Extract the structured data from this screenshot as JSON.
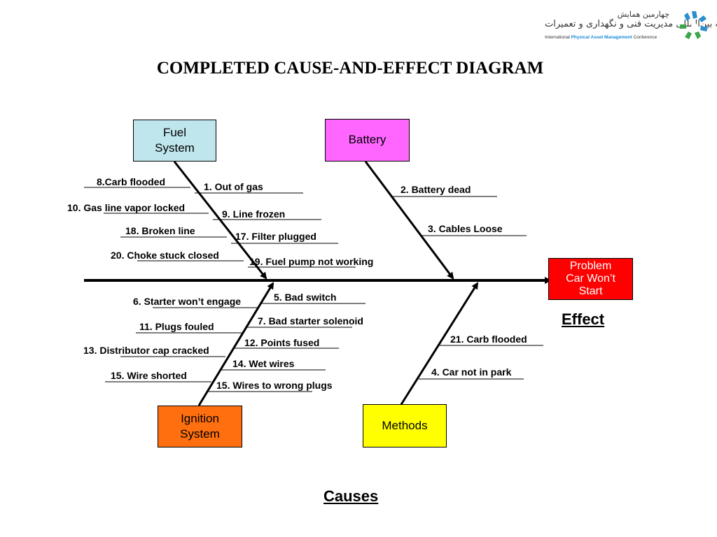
{
  "title": "COMPLETED CAUSE-AND-EFFECT DIAGRAM",
  "logo": {
    "persian_line1": "چهارمین همایش",
    "persian_line2": "سالانه بین‌المللی مدیریت فنی و نگهداری و تعمیرات",
    "english_pre": "International ",
    "english_highlight": "Physical Asset Management",
    "english_post": " Conference"
  },
  "categories": {
    "fuel": {
      "line1": "Fuel",
      "line2": "System",
      "color": "#bfe6ec"
    },
    "battery": {
      "line1": "Battery",
      "color": "#ff66ff"
    },
    "ignition": {
      "line1": "Ignition",
      "line2": "System",
      "color": "#ff6f0f"
    },
    "methods": {
      "line1": "Methods",
      "color": "#ffff00"
    }
  },
  "effect_box": {
    "line1": "Problem",
    "line2": "Car Won’t",
    "line3": "Start",
    "color": "#ff0000",
    "text_color": "#ffffff"
  },
  "effect_label": "Effect",
  "causes_label": "Causes",
  "causes": {
    "c8": "8.Carb flooded",
    "c1": "1. Out of gas",
    "c10": "10. Gas line vapor locked",
    "c9": "9. Line frozen",
    "c18": "18. Broken line",
    "c17": "17. Filter plugged",
    "c20": "20. Choke stuck closed",
    "c19": "19. Fuel pump not working",
    "c2": "2. Battery dead",
    "c3": "3. Cables Loose",
    "c6": "6. Starter won’t engage",
    "c5": "5. Bad switch",
    "c7": "7. Bad starter solenoid",
    "c11": "11. Plugs fouled",
    "c12": "12. Points fused",
    "c13": "13. Distributor cap cracked",
    "c14": "14. Wet wires",
    "c15a": "15. Wire shorted",
    "c15b": "15. Wires to wrong plugs",
    "c21": "21. Carb flooded",
    "c4": "4. Car not in park"
  }
}
